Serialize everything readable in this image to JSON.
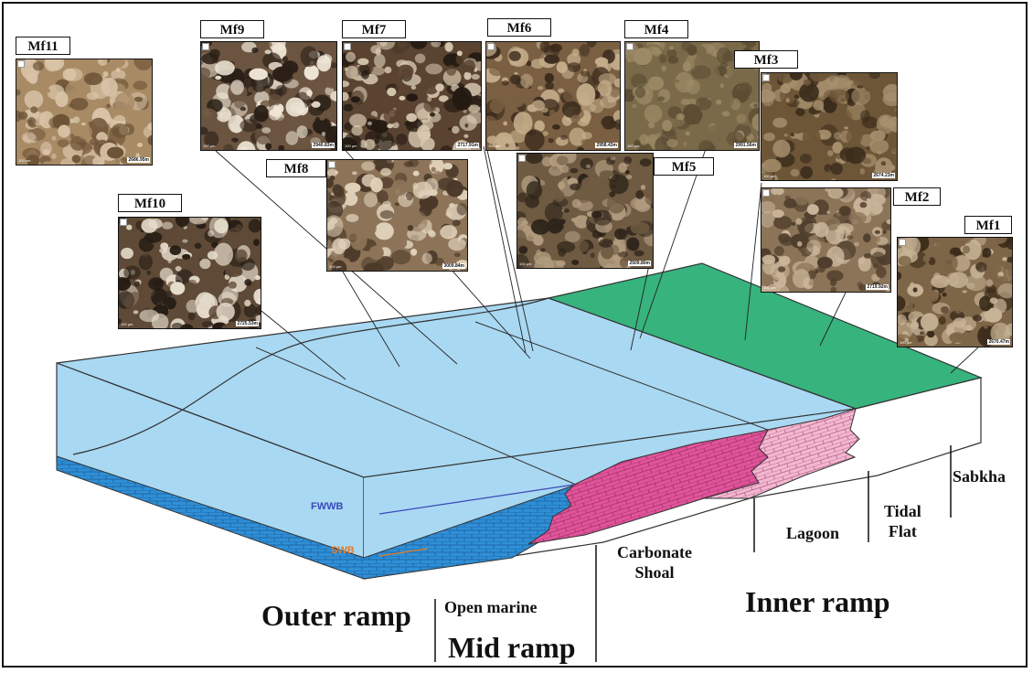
{
  "microfacies": [
    {
      "id": "Mf11",
      "depth": "2686.95m",
      "palette": [
        "#d9c4a8",
        "#a88b65",
        "#6e5437"
      ]
    },
    {
      "id": "Mf9",
      "depth": "2940.83m",
      "palette": [
        "#efe6d6",
        "#6b5440",
        "#2a1f16"
      ]
    },
    {
      "id": "Mf7",
      "depth": "2717.91m",
      "palette": [
        "#d8c9b0",
        "#5a4331",
        "#231a12"
      ]
    },
    {
      "id": "Mf6",
      "depth": "2958.43m",
      "palette": [
        "#c4ad8a",
        "#7a5f42",
        "#3b2b1d"
      ]
    },
    {
      "id": "Mf4",
      "depth": "2991.56m",
      "palette": [
        "#9c8a66",
        "#7b6a4a",
        "#5b4c33"
      ]
    },
    {
      "id": "Mf3",
      "depth": "2674.23m",
      "palette": [
        "#a7906e",
        "#6d5638",
        "#3a2c1b"
      ]
    },
    {
      "id": "Mf8",
      "depth": "3009.84m",
      "palette": [
        "#e1d2bb",
        "#8d7458",
        "#4a3828"
      ]
    },
    {
      "id": "Mf5",
      "depth": "2509.80m",
      "palette": [
        "#b39d80",
        "#6f5a42",
        "#2e241a"
      ]
    },
    {
      "id": "Mf10",
      "depth": "2725.53m",
      "palette": [
        "#e6dccb",
        "#5f4a37",
        "#251c14"
      ]
    },
    {
      "id": "Mf2",
      "depth": "2719.92m",
      "palette": [
        "#cab59a",
        "#8b7458",
        "#4f3e2c"
      ]
    },
    {
      "id": "Mf1",
      "depth": "2670.47m",
      "palette": [
        "#c7b396",
        "#7d6547",
        "#3a2a1a"
      ]
    }
  ],
  "scale_bar": "100 µm",
  "boundaries": {
    "fwwb": "FWWB",
    "swb": "SWB"
  },
  "environments": {
    "outer_ramp": "Outer ramp",
    "mid_ramp": "Mid ramp",
    "inner_ramp": "Inner ramp",
    "open_marine": "Open marine",
    "carbonate_shoal_1": "Carbonate",
    "carbonate_shoal_2": "Shoal",
    "lagoon": "Lagoon",
    "tidal_flat_1": "Tidal",
    "tidal_flat_2": "Flat",
    "sabkha": "Sabkha"
  },
  "colors": {
    "water": "#a9d8f2",
    "sea_floor": "#2f8fd6",
    "shoal": "#e0549a",
    "lagoon_facies": "#f3b7d2",
    "land": "#37b37e",
    "fwwb_line": "#3a49b8",
    "swb_line": "#e07b2a"
  }
}
